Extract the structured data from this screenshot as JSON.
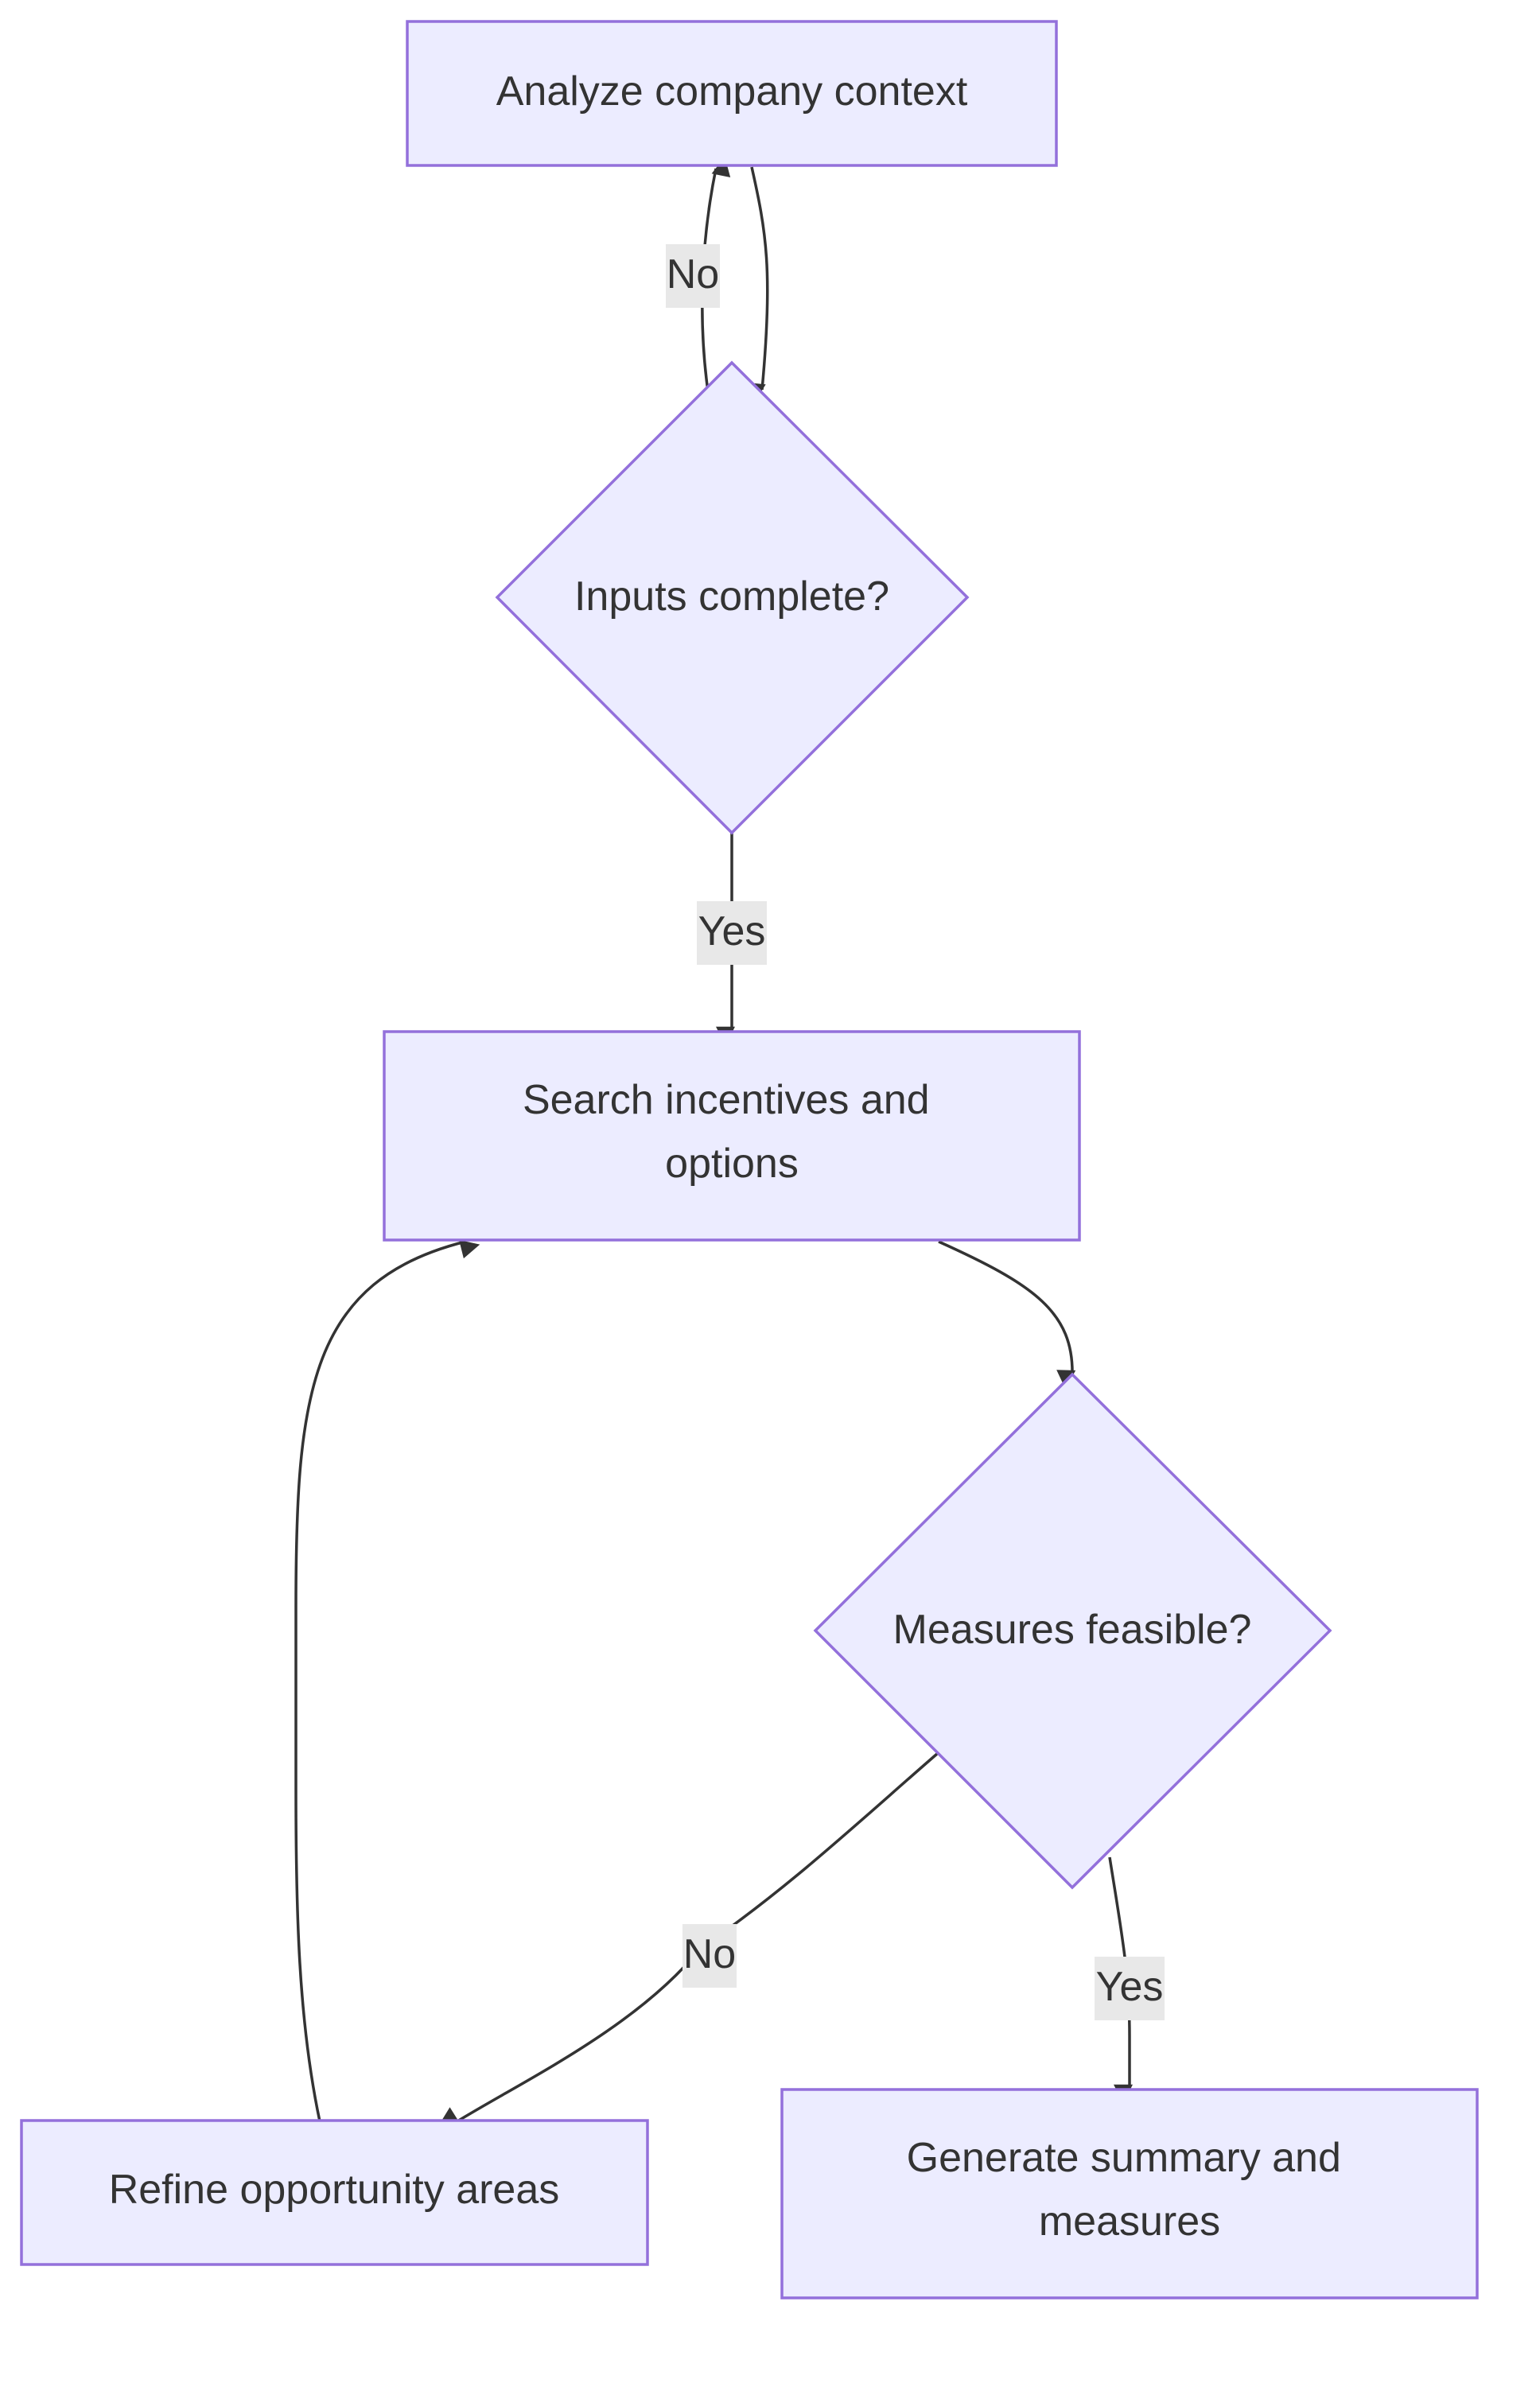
{
  "diagram": {
    "type": "flowchart",
    "colors": {
      "node_fill": "#ECECFF",
      "node_stroke": "#9370DB",
      "edge_stroke": "#333333",
      "label_background": "#E8E8E8",
      "text": "#333333"
    },
    "nodes": {
      "analyze": {
        "shape": "rect",
        "lines": [
          "Analyze company context"
        ]
      },
      "inputs": {
        "shape": "diamond",
        "lines": [
          "Inputs complete?"
        ]
      },
      "search": {
        "shape": "rect",
        "lines": [
          "Search incentives and",
          "options"
        ]
      },
      "measures": {
        "shape": "diamond",
        "lines": [
          "Measures feasible?"
        ]
      },
      "refine": {
        "shape": "rect",
        "lines": [
          "Refine opportunity areas"
        ]
      },
      "generate": {
        "shape": "rect",
        "lines": [
          "Generate summary and",
          "measures"
        ]
      }
    },
    "edges": [
      {
        "from": "analyze",
        "to": "inputs",
        "label": ""
      },
      {
        "from": "inputs",
        "to": "analyze",
        "label": "No"
      },
      {
        "from": "inputs",
        "to": "search",
        "label": "Yes"
      },
      {
        "from": "search",
        "to": "measures",
        "label": ""
      },
      {
        "from": "measures",
        "to": "refine",
        "label": "No"
      },
      {
        "from": "measures",
        "to": "generate",
        "label": "Yes"
      },
      {
        "from": "refine",
        "to": "search",
        "label": ""
      }
    ]
  }
}
